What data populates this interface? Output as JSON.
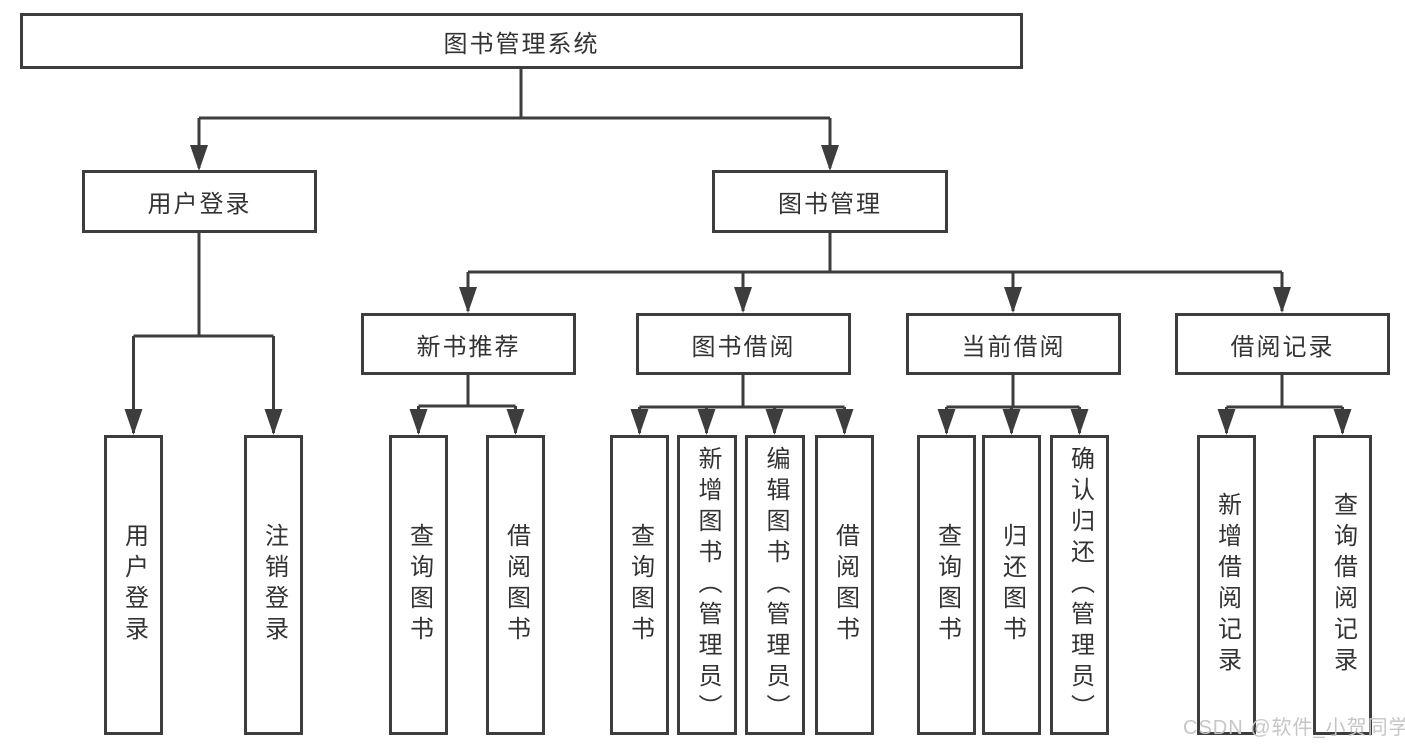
{
  "diagram": {
    "title": "图书管理系统",
    "root": {
      "label": "图书管理系统"
    },
    "level2": [
      {
        "label": "用户登录"
      },
      {
        "label": "图书管理"
      }
    ],
    "level3": [
      {
        "label": "新书推荐"
      },
      {
        "label": "图书借阅"
      },
      {
        "label": "当前借阅"
      },
      {
        "label": "借阅记录"
      }
    ],
    "leaves": {
      "login": [
        "用户登录",
        "注销登录"
      ],
      "recommend": [
        "查询图书",
        "借阅图书"
      ],
      "borrow": [
        "查询图书",
        "新增图书（管理员）",
        "编辑图书（管理员）",
        "借阅图书"
      ],
      "current": [
        "查询图书",
        "归还图书",
        "确认归还（管理员）"
      ],
      "records": [
        "新增借阅记录",
        "查询借阅记录"
      ]
    }
  },
  "watermark": {
    "text": "CSDN @软件_小贺同学"
  },
  "colors": {
    "line": "#3d3d3d",
    "border": "#3d3d3d",
    "text": "#333333",
    "background": "#ffffff",
    "watermark": "#c6c6c6"
  }
}
